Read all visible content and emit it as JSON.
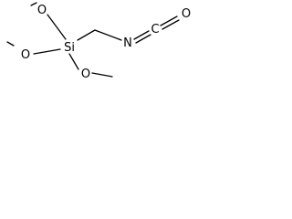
{
  "molecule": {
    "atoms": {
      "si": "Si",
      "o_top": "O",
      "o_left": "O",
      "o_bottom": "O",
      "n": "N",
      "c": "C",
      "o_right": "O"
    }
  }
}
